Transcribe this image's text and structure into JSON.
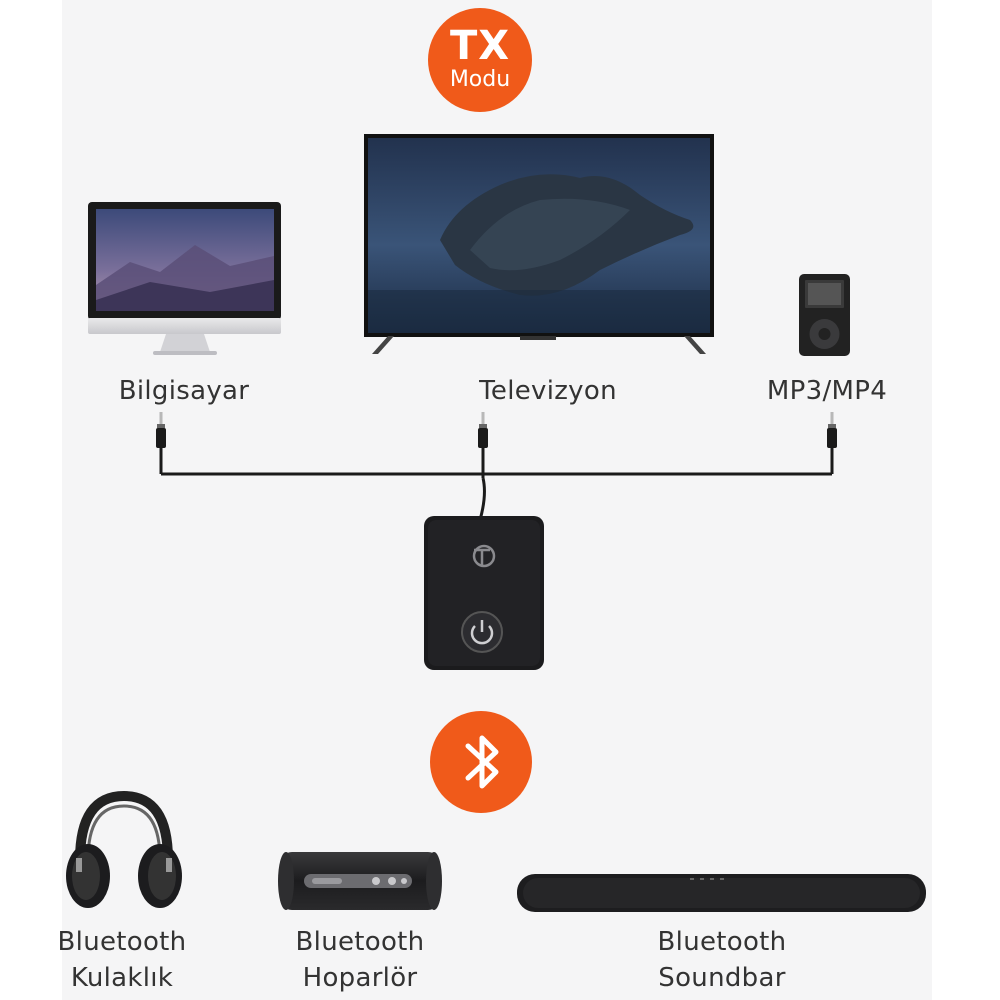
{
  "badge": {
    "tx": "TX",
    "mode": "Modu"
  },
  "sources": [
    {
      "label": "Bilgisayar"
    },
    {
      "label": "Televizyon"
    },
    {
      "label": "MP3/MP4"
    }
  ],
  "receivers": [
    {
      "line1": "Bluetooth",
      "line2": "Kulaklık"
    },
    {
      "line1": "Bluetooth",
      "line2": "Hoparlör"
    },
    {
      "line1": "Bluetooth",
      "line2": "Soundbar"
    }
  ],
  "colors": {
    "accent": "#f05a1a",
    "device": "#1b1b1d",
    "background": "#f5f5f6"
  },
  "icons": [
    "bluetooth-icon",
    "power-icon",
    "brand-logo-icon"
  ]
}
